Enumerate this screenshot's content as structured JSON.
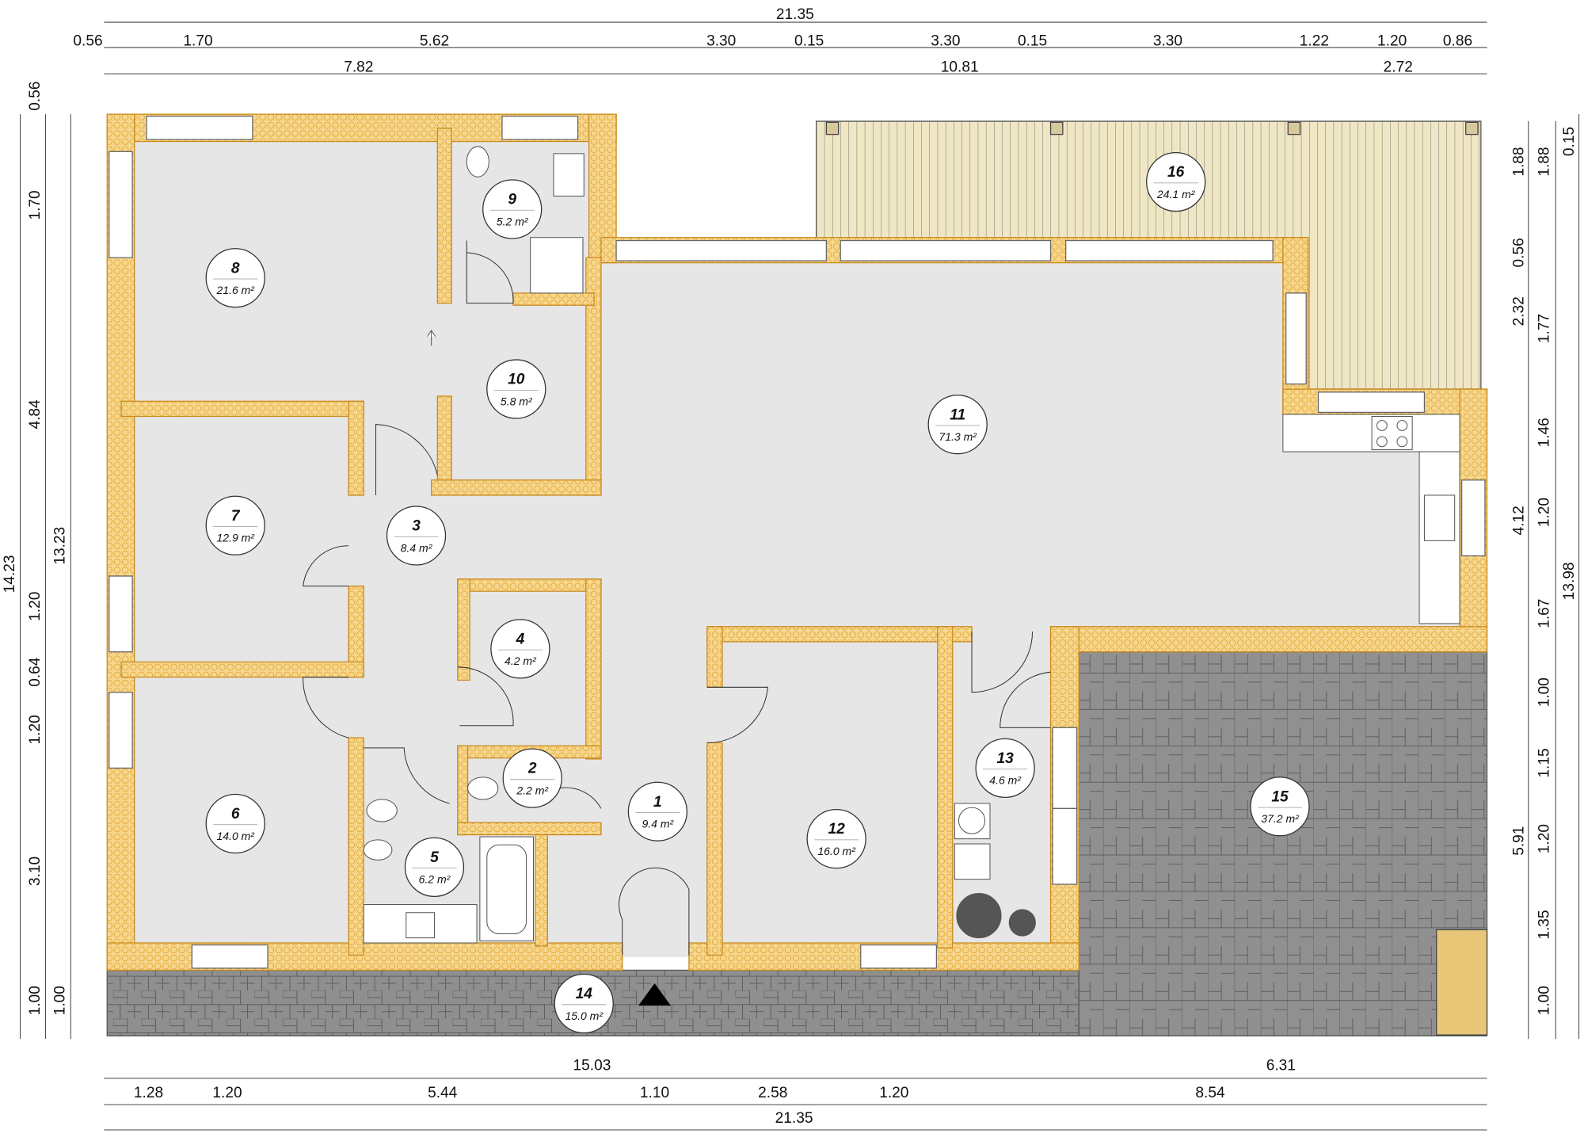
{
  "plan": {
    "rooms": [
      {
        "number": "1",
        "area": "9.4 m²"
      },
      {
        "number": "2",
        "area": "2.2 m²"
      },
      {
        "number": "3",
        "area": "8.4 m²"
      },
      {
        "number": "4",
        "area": "4.2 m²"
      },
      {
        "number": "5",
        "area": "6.2 m²"
      },
      {
        "number": "6",
        "area": "14.0 m²"
      },
      {
        "number": "7",
        "area": "12.9 m²"
      },
      {
        "number": "8",
        "area": "21.6 m²"
      },
      {
        "number": "9",
        "area": "5.2 m²"
      },
      {
        "number": "10",
        "area": "5.8 m²"
      },
      {
        "number": "11",
        "area": "71.3 m²"
      },
      {
        "number": "12",
        "area": "16.0 m²"
      },
      {
        "number": "13",
        "area": "4.6 m²"
      },
      {
        "number": "14",
        "area": "15.0 m²"
      },
      {
        "number": "15",
        "area": "37.2 m²"
      },
      {
        "number": "16",
        "area": "24.1 m²"
      }
    ],
    "dimensions": {
      "top_total": [
        "21.35"
      ],
      "top_detail": [
        "0.56",
        "1.70",
        "5.62",
        "3.30",
        "0.15",
        "3.30",
        "0.15",
        "3.30",
        "1.22",
        "1.20",
        "0.86"
      ],
      "top_sections": [
        "7.82",
        "10.81",
        "2.72"
      ],
      "bottom_sections": [
        "15.03",
        "6.31"
      ],
      "bottom_detail": [
        "1.28",
        "1.20",
        "5.44",
        "1.10",
        "2.58",
        "1.20",
        "8.54"
      ],
      "bottom_total": [
        "21.35"
      ],
      "left_outer": [
        "14.23"
      ],
      "left_detail": [
        "0.56",
        "1.70",
        "4.84",
        "1.20",
        "0.64",
        "1.20",
        "3.10",
        "1.00"
      ],
      "left_inner": [
        "13.23",
        "1.00"
      ],
      "right_sections": [
        "1.88",
        "0.56",
        "2.32",
        "4.12",
        "5.91"
      ],
      "right_detail": [
        "1.88",
        "1.77",
        "1.46",
        "1.20",
        "1.67",
        "1.00",
        "1.15",
        "1.20",
        "1.35",
        "1.00"
      ],
      "right_outer": [
        "0.15",
        "13.98"
      ]
    },
    "colors": {
      "wall": "#f2c46a",
      "wall_edge": "#c98a1c",
      "floor": "#e6e6e6",
      "paving": "#8e8e8e",
      "deck": "#efe6c4"
    }
  }
}
